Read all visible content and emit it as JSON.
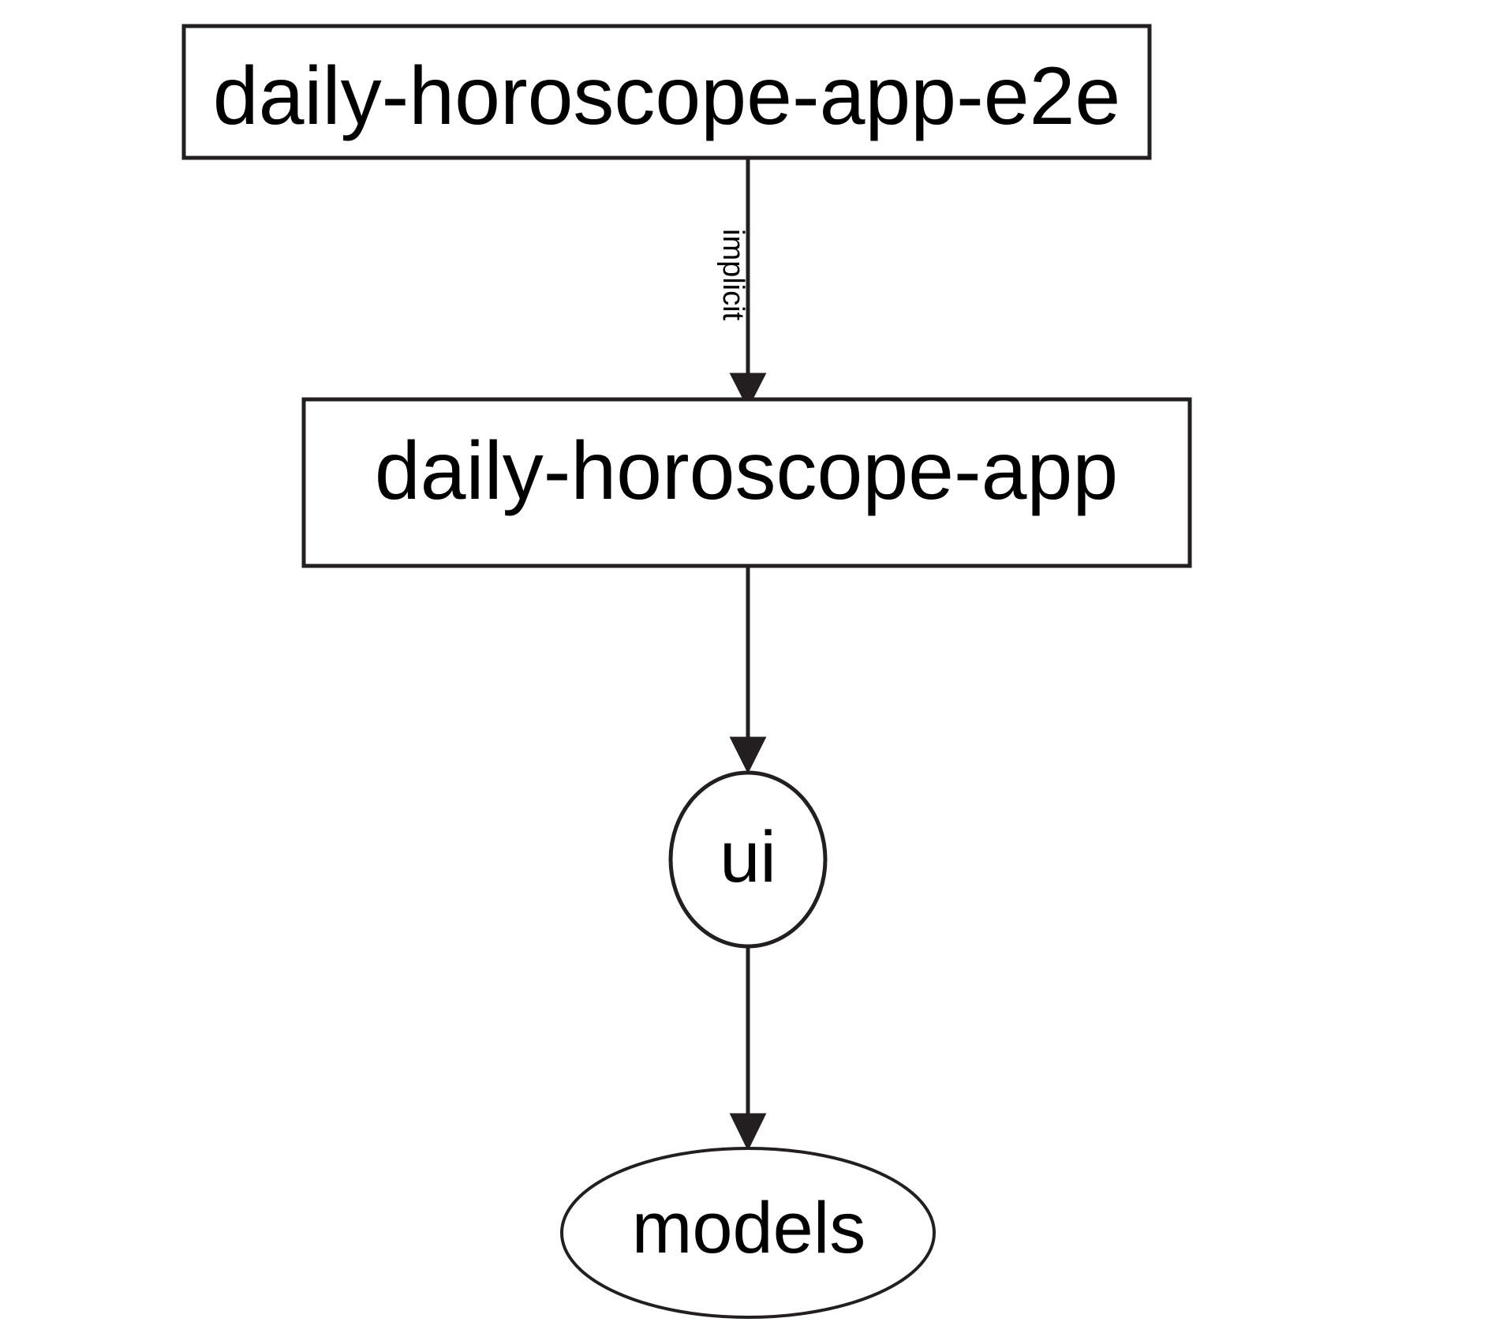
{
  "diagram": {
    "type": "dependency-graph",
    "background_color": "#ffffff",
    "stroke_color": "#231f20",
    "text_color": "#000000",
    "nodes": [
      {
        "id": "daily-horoscope-app-e2e",
        "label": "daily-horoscope-app-e2e",
        "shape": "rectangle"
      },
      {
        "id": "daily-horoscope-app",
        "label": "daily-horoscope-app",
        "shape": "rectangle"
      },
      {
        "id": "ui",
        "label": "ui",
        "shape": "ellipse"
      },
      {
        "id": "models",
        "label": "models",
        "shape": "ellipse"
      }
    ],
    "edges": [
      {
        "from": "daily-horoscope-app-e2e",
        "to": "daily-horoscope-app",
        "label": "implicit",
        "arrowhead": "filled-triangle"
      },
      {
        "from": "daily-horoscope-app",
        "to": "ui",
        "label": "",
        "arrowhead": "filled-triangle"
      },
      {
        "from": "ui",
        "to": "models",
        "label": "",
        "arrowhead": "filled-triangle"
      }
    ]
  }
}
